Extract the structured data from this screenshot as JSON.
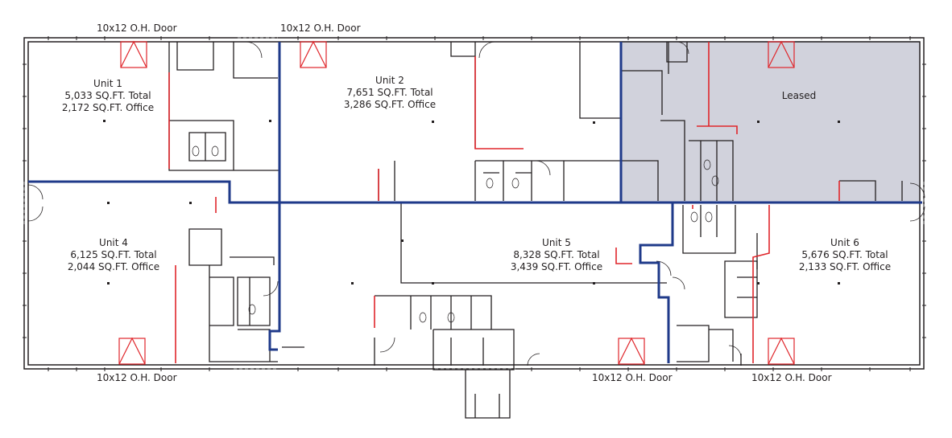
{
  "door_label": "10x12 O.H. Door",
  "units": {
    "unit1": {
      "name": "Unit 1",
      "total": "5,033 SQ.FT. Total",
      "office": "2,172 SQ.FT. Office"
    },
    "unit2": {
      "name": "Unit 2",
      "total": "7,651 SQ.FT. Total",
      "office": "3,286 SQ.FT. Office"
    },
    "unit3": {
      "name": "Leased"
    },
    "unit4": {
      "name": "Unit 4",
      "total": "6,125 SQ.FT. Total",
      "office": "2,044 SQ.FT. Office"
    },
    "unit5": {
      "name": "Unit 5",
      "total": "8,328 SQ.FT. Total",
      "office": "3,439 SQ.FT. Office"
    },
    "unit6": {
      "name": "Unit 6",
      "total": "5,676 SQ.FT. Total",
      "office": "2,133 SQ.FT. Office"
    }
  },
  "colors": {
    "wall": "#231f20",
    "unit_boundary": "#1f3a8a",
    "new_wall": "#e0262b",
    "leased_fill": "#d1d2dc"
  }
}
